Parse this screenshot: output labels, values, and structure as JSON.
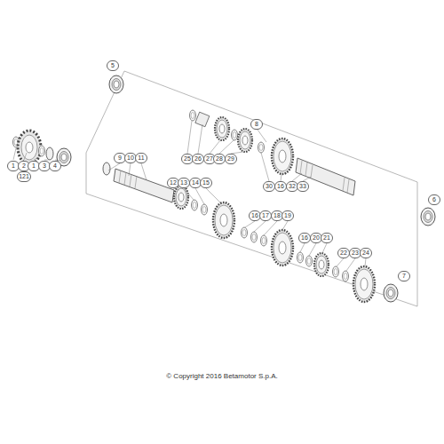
{
  "diagram": {
    "labels": [
      "5",
      "8",
      "6",
      "7",
      "1",
      "2",
      "1",
      "3",
      "4",
      "121",
      "9",
      "10",
      "11",
      "25",
      "26",
      "27",
      "28",
      "29",
      "30",
      "16",
      "32",
      "33",
      "12",
      "13",
      "14",
      "15",
      "16",
      "17",
      "18",
      "19",
      "16",
      "20",
      "21",
      "22",
      "23",
      "24",
      "© Copyright 2016 Betamotor S.p.A."
    ]
  }
}
